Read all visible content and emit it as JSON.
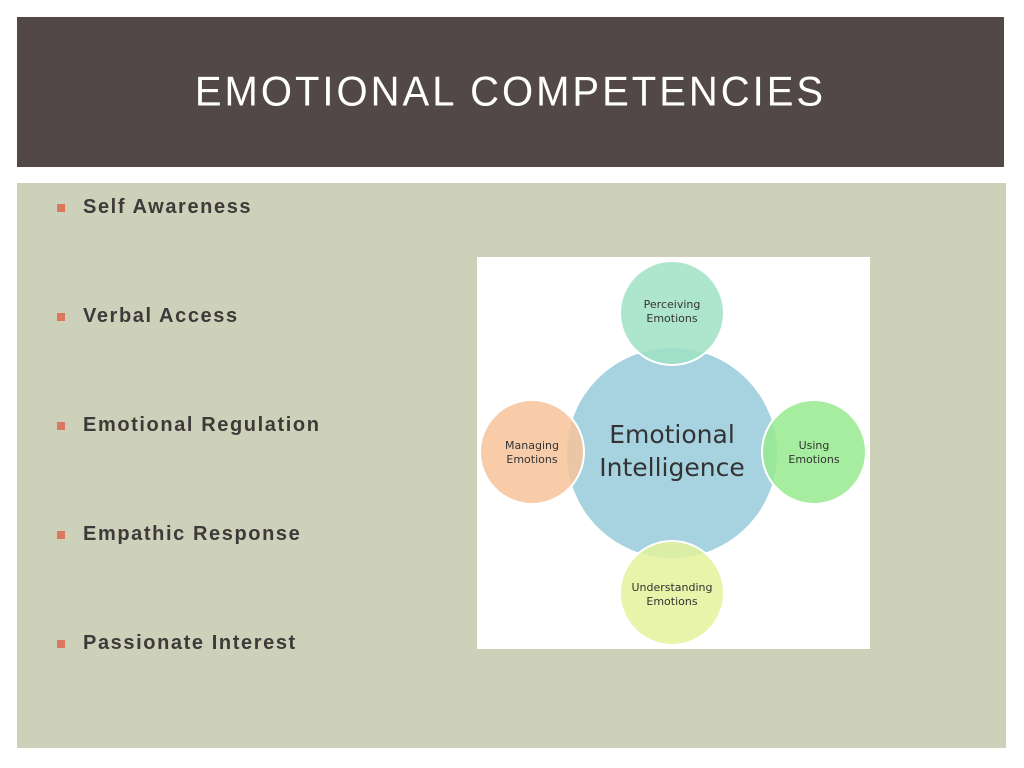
{
  "slide": {
    "title": "EMOTIONAL COMPETENCIES"
  },
  "bullets": [
    {
      "label": "Self Awareness"
    },
    {
      "label": "Verbal Access"
    },
    {
      "label": "Emotional Regulation"
    },
    {
      "label": "Empathic Response"
    },
    {
      "label": "Passionate Interest"
    }
  ],
  "diagram": {
    "center": {
      "line1": "Emotional",
      "line2": "Intelligence"
    },
    "top": {
      "line1": "Perceiving",
      "line2": "Emotions"
    },
    "right": {
      "line1": "Using",
      "line2": "Emotions"
    },
    "bottom": {
      "line1": "Understanding",
      "line2": "Emotions"
    },
    "left": {
      "line1": "Managing",
      "line2": "Emotions"
    }
  },
  "colors": {
    "title_band": "#524847",
    "content_panel": "#cdd1b9",
    "bullet_marker": "#d9785f",
    "center_circle": "#a7d3e0",
    "top_circle": "#9fe2c4",
    "right_circle": "#98ea8e",
    "bottom_circle": "#e3f29a",
    "left_circle": "#f7c39a"
  }
}
